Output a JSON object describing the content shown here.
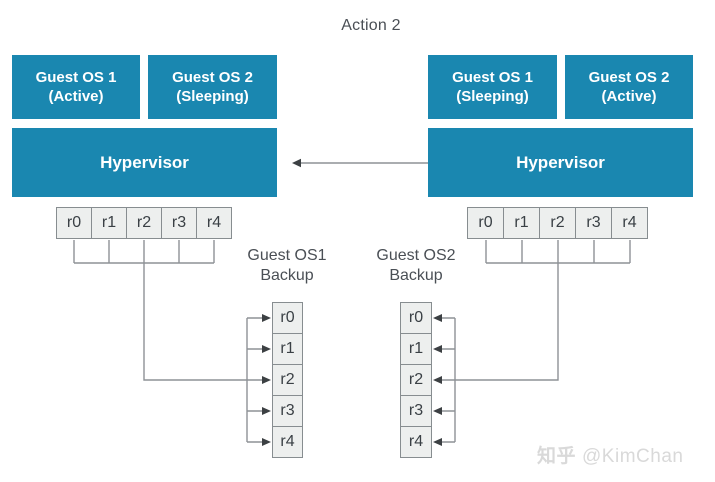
{
  "title": "Action 2",
  "colors": {
    "box_fill": "#1a87b0",
    "box_text": "#ffffff",
    "cell_fill": "#edefee",
    "cell_border": "#878d90",
    "cell_text": "#3a4045",
    "connector": "#8e9296",
    "arrowhead": "#3c4043",
    "label_text": "#4a4f55",
    "watermark_text": "#d9d9d9"
  },
  "left_machine": {
    "guest1": {
      "line1": "Guest OS 1",
      "line2": "(Active)"
    },
    "guest2": {
      "line1": "Guest OS 2",
      "line2": "(Sleeping)"
    },
    "hypervisor": "Hypervisor",
    "registers": [
      "r0",
      "r1",
      "r2",
      "r3",
      "r4"
    ]
  },
  "right_machine": {
    "guest1": {
      "line1": "Guest OS 1",
      "line2": "(Sleeping)"
    },
    "guest2": {
      "line1": "Guest OS 2",
      "line2": "(Active)"
    },
    "hypervisor": "Hypervisor",
    "registers": [
      "r0",
      "r1",
      "r2",
      "r3",
      "r4"
    ]
  },
  "backups": {
    "os1": {
      "label_line1": "Guest OS1",
      "label_line2": "Backup",
      "cells": [
        "r0",
        "r1",
        "r2",
        "r3",
        "r4"
      ]
    },
    "os2": {
      "label_line1": "Guest OS2",
      "label_line2": "Backup",
      "cells": [
        "r0",
        "r1",
        "r2",
        "r3",
        "r4"
      ]
    }
  },
  "watermark": {
    "brand": "知乎",
    "handle": "@KimChan"
  }
}
